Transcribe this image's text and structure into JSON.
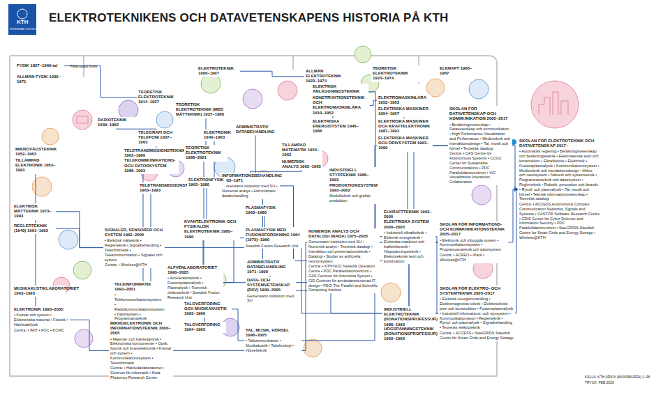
{
  "diagram": {
    "title": "ELEKTROTEKNIKENS OCH DATAVETENSKAPENS HISTORIA PÅ KTH",
    "nodes": [
      {
        "text": [
          "FYSIK 1827–1960-tal"
        ]
      },
      {
        "text": [
          "ALLMÄN FYSIK 1930–1971"
        ]
      },
      {
        "text": [
          "RADIOTEKNIK 1939–1962"
        ]
      },
      {
        "text": [
          "TEORETISK ELEKTROTEKNIK 1914–1937"
        ]
      },
      {
        "text": [
          "TELEGRAFI OCH TELEFONI 1937–1963"
        ]
      },
      {
        "text": [
          "ELEKTROTEKNIK 1900–1907"
        ]
      },
      {
        "text": [
          "TEORETISK ELEKTROTEKNIK (MED MÄTTEKNIK) 1937–1986"
        ]
      },
      {
        "text": [
          "ELEKTRONIK 1940–1963"
        ]
      },
      {
        "text": [
          "ADMINISTRATIV DATABEHANDLING"
        ]
      },
      {
        "text": [
          "TILLÄMPAD MATEMATIK 1954–1962"
        ]
      },
      {
        "text": [
          "NUMERISK ANALYS 1962–1965"
        ]
      },
      {
        "text": [
          "INFORMATIONSBEHANDLING 1963–1971",
          "Gemensamt institution med SU • Numerisk analys • Administrativ databehandling"
        ]
      },
      {
        "text": [
          "ALLMÄN ELEKTROTEKNIK 1923–1974"
        ]
      },
      {
        "text": [
          "ELEKTRISK ANLÄGGNINGSTEKNIK 1965–1993"
        ]
      },
      {
        "text": [
          "KONSTRUKTIONSTEKNIK OCH ELEKTROMASKINLÄRA 1910–1952"
        ]
      },
      {
        "text": [
          "ELEKTRISKA ENERGISYSTEM 1946–1966"
        ]
      },
      {
        "text": [
          "TEORETISK ELEKTROTEKNIK 1923–1974"
        ]
      },
      {
        "text": [
          "ELEKTROMASKINLÄRA 1952–1963"
        ]
      },
      {
        "text": [
          "ELEKTRISKA MASKINER 1954–1967"
        ]
      },
      {
        "text": [
          "ELEKTRISKA MASKINER OCH KRAFTELEKTRONIK 1987–1993"
        ]
      },
      {
        "text": [
          "ELEKTRISKA MASKINER OCH DRIVSYSTEM 1993–1999"
        ]
      },
      {
        "text": [
          "ELKRAFT 1966–1967"
        ]
      },
      {
        "text": [
          "INDUSTRIELL STYRTEKNIK 1986–1993"
        ]
      },
      {
        "text": [
          "PRODUKTIONSSYSTEM 1993–2002",
          "Modellteknik och grafisk produktion"
        ]
      },
      {
        "text": [
          "SKOLAN FÖR DATAVETENSKAP OCH KOMMUNIKATION 2005–2017",
          "• Beräkningsvetenskap • Datavetenskap och kommunikation • High Performance Visualization and Performance • Medieteknik och interaktionsdesign • Tal, musik och hörsel • Teoretisk datalogi",
          "Centra: • CAS Centre for Autonomous Systems • CCGC Center for Sustainable Communications • PDC Parallelldatorcentrum • VIC Visualization Interaction Collaboration"
        ]
      },
      {
        "text": [
          "SKOLAN FÖR ELEKTROTEKNIK OCH DATAVETENSKAP 2017–",
          "• Automatisk reglering • Beräkningsvetenskap och beräkningsteknik • Elektroteknisk teori och konstruktion • Elkraftteknik • Elektronik • Fusionsplasmafysik • Kommunikationssystem • Medieteknik och interaktionsdesign • Mikro- och nanosystem • Nätverk och systemteknik • Programvaruteknik och datorsystem • Reglerteknik • Robotik, perception och lärande • Rymd- och plasmafysik • Tal, musik och hörsel • Teknisk informationsvetenskap • Teoretisk datalogi",
          "Centra: • ACCESS Autonomous Complex Communication Networks, Signals and Systems • CASTOR Software Research Centre • CDIS Center for Cyber Defense and Information Security • PDC Parallelldatorcentrum • SweGRIDS Swedish Centre for Smart Grids and Energy Storage • Wireless@KTH"
        ]
      },
      {
        "text": [
          "MIKROVÅGSTEKNIK 1952–1963"
        ]
      },
      {
        "text": [
          "TILLÄMPAD ELEKTRONIK 1963–1993"
        ]
      },
      {
        "text": [
          "ELEKTRISK MÄTTEKNIK 1973–1993"
        ]
      },
      {
        "text": [
          "TELETRANSMISSIONSTEKNIK 1963–1986",
          "TELEKOMMUNIKATIONS- OCH DATORSYSTEM 1986–1993"
        ]
      },
      {
        "text": [
          "TELETRANSMISSIONSTEORI 1963–1993"
        ]
      },
      {
        "text": [
          "TEORETISK ELEKTROTEKNIK 1986–2001"
        ]
      },
      {
        "text": [
          "ELEKTRONFYSIK 1963–1980"
        ]
      },
      {
        "text": [
          "PLASMAFYSIK 1963–1980"
        ]
      },
      {
        "text": [
          "KVANTELEKTRONIK OCH FYSIKALISK ELEKTROTEKNIK 1980–1990"
        ]
      },
      {
        "text": [
          "PLASMAFYSIK MED FUSIONSFORSKNING 1964 (1975)–1990",
          "Swedish Fusion Research Unit"
        ]
      },
      {
        "text": [
          "REGLERTEKNIK (1940) 1961–1992"
        ]
      },
      {
        "text": [
          "SIGNALER, SENSORER OCH SYSTEM 1992–2005",
          "• Elektrisk mätteknik • Reglerteknik • Signalbehandling • Teleinformatik • Telekommunikation • Signaler och system",
          "Centra: • Wireless@KTH"
        ]
      },
      {
        "text": [
          "ALFVÉNLABORATORIET 1990–2005",
          "• Acceleratorteknik • Fusionsplasmafysik • Plasmafysik • Teoretisk elektroteknik • Swedish Fusion Research Unit"
        ]
      },
      {
        "text": [
          "TELEINFORMATIK 1993–2001",
          "• Telekommunikationssystem • Radiokommunikationssystem • Datorsystem • Programvaruteknik"
        ]
      },
      {
        "text": [
          "MUSIKAKUSTIKLABORATORIET 1963–1993"
        ]
      },
      {
        "text": [
          "ELEKTRONIK 1993–2005",
          "• Kretsar och system • Elektroniska material • Fotonik • Halvledarfysik",
          "Centra: • IMIT • FOC • KCMC"
        ]
      },
      {
        "text": [
          "MIKROELEKTRONIK OCH INFORMATIONSTEKNIK 2000–2005",
          "• Material- och halvledarfysik • Elektroniska komponenter • Optik, fotonik och kvantelektronik • Kretsar och system • Kommunikationssystem • Teleinformatik",
          "Centra: • Halvledarlaboratoriet • Centrum för informatik • Kista Photonics Research Center"
        ]
      },
      {
        "text": [
          "TALÖVERFÖRING OCH MUSIKAKUSTIK 1993–1996"
        ]
      },
      {
        "text": [
          "TALÖVERFÖRING 1964–1993"
        ]
      },
      {
        "text": [
          "TAL, MUSIK, HÖRSEL 1996–2005",
          "• Talkommunikation • Musikakustik • Talteknologi • Hörselteknik"
        ]
      },
      {
        "text": [
          "NUMERISK ANALYS OCH DATALOGI (NADA) 1975–2005",
          "Gemensamt institution med SU • Numerisk analys • Teoretisk datalogi • Interaktion och presentationsteknik • Datalogi • Studier av artificiella neuronsystem",
          "Centra: • KTH-NOC Network Operation Centre • PDC Parallelldatorcentrum • CAS Centrum för Autonoma System • CID Centrum för användarorienterad IT-design • PSCI The Parallel and Scientific Computing Institute"
        ]
      },
      {
        "text": [
          "ADMINISTRATIV DATABEHANDLING 1971–1990"
        ]
      },
      {
        "text": [
          "DATA- OCH SYSTEMVETENSKAP (DSV) 1990–2005",
          "Gemensamt institution med SU"
        ]
      },
      {
        "text": [
          "ELKRAFTTEKNIK 1993–2005",
          "ELEKTRISKA SYSTEM 2000–2005",
          "• Industriell elkraftteknik • Elektrisk energiteknik • Elektriska maskiner och kraftelektronik • Högspänningsteknik • Elektroteknisk teori och konstruktion"
        ]
      },
      {
        "text": [
          "INDUSTRIELL ELEKTROTEKNIK (DONATIONSPROFESSUR) 1986–1993"
        ]
      },
      {
        "text": [
          "HÖGSPÄNNINGSTEKNIK (DONATIONSPROFESSUR) 1960–1993"
        ]
      },
      {
        "text": [
          "SKOLAN FÖR INFORMATIONS- OCH KOMMUNIKATIONSTEKNIK 2005–2017",
          "• Elektronik och inbyggda system • Kommunikationssystem • Programvaruteknik och datorsystem",
          "Centra: • ACREO • iPack • Wireless@KTH"
        ]
      },
      {
        "text": [
          "SKOLAN FÖR ELEKTRO- OCH SYSTEMTEKNIK 2005–2017",
          "• Elektrisk energiomvandling • Elektromagnetisk teknik • Elektroteknisk teori och konstruktion • Fusionsplasmafysik • Industriell informations- och styrsystem • Kommunikationsteori • Reglerteknik • Rymd- och plasmafysik • Signalbehandling • Teoretisk elektroteknik",
          "Centra: • ACCESS • SweGRIDS Swedish Centre for Smart Grids and Energy Storage"
        ]
      }
    ],
    "edges": [
      {
        "from": 0,
        "to": 3,
        "arrow": "none"
      },
      {
        "from": 3,
        "to": 6,
        "arrow": "none"
      },
      {
        "from": 5,
        "to": 12,
        "arrow": "none"
      },
      {
        "from": 6,
        "to": 31,
        "arrow": "none"
      },
      {
        "from": 31,
        "to": 38,
        "arrow": "none"
      },
      {
        "from": 2,
        "to": 4,
        "arrow": "none"
      },
      {
        "from": 4,
        "to": 29,
        "arrow": "none"
      },
      {
        "from": 29,
        "to": 39,
        "arrow": "none"
      },
      {
        "from": 30,
        "to": 39,
        "arrow": "none"
      },
      {
        "from": 7,
        "to": 32,
        "arrow": "none"
      },
      {
        "from": 32,
        "to": 34,
        "arrow": "none"
      },
      {
        "from": 33,
        "to": 35,
        "arrow": "none"
      },
      {
        "from": 35,
        "to": 38,
        "arrow": "none"
      },
      {
        "from": 34,
        "to": 38,
        "arrow": "none"
      },
      {
        "from": 26,
        "to": 27,
        "arrow": "none"
      },
      {
        "from": 27,
        "to": 41,
        "arrow": "none"
      },
      {
        "from": 28,
        "to": 37,
        "arrow": "none"
      },
      {
        "from": 36,
        "to": 37,
        "arrow": "none"
      },
      {
        "from": 37,
        "to": 53,
        "arrow": "none"
      },
      {
        "from": 9,
        "to": 10,
        "arrow": "none"
      },
      {
        "from": 10,
        "to": 11,
        "arrow": "none"
      },
      {
        "from": 8,
        "to": 11,
        "arrow": "none"
      },
      {
        "from": 11,
        "to": 46,
        "arrow": "none"
      },
      {
        "from": 11,
        "to": 47,
        "arrow": "none"
      },
      {
        "from": 47,
        "to": 48,
        "arrow": "none"
      },
      {
        "from": 46,
        "to": 24,
        "arrow": "none"
      },
      {
        "from": 48,
        "to": 52,
        "arrow": "none"
      },
      {
        "from": 12,
        "to": 13,
        "arrow": "none"
      },
      {
        "from": 12,
        "to": 15,
        "arrow": "none"
      },
      {
        "from": 14,
        "to": 17,
        "arrow": "none"
      },
      {
        "from": 17,
        "to": 18,
        "arrow": "none"
      },
      {
        "from": 18,
        "to": 19,
        "arrow": "none"
      },
      {
        "from": 19,
        "to": 20,
        "arrow": "none"
      },
      {
        "from": 20,
        "to": 49,
        "arrow": "none"
      },
      {
        "from": 13,
        "to": 49,
        "arrow": "none"
      },
      {
        "from": 49,
        "to": 53,
        "arrow": "none"
      },
      {
        "from": 22,
        "to": 23,
        "arrow": "none"
      },
      {
        "from": 38,
        "to": 53,
        "arrow": "none"
      },
      {
        "from": 39,
        "to": 42,
        "arrow": "none"
      },
      {
        "from": 41,
        "to": 42,
        "arrow": "none"
      },
      {
        "from": 42,
        "to": 52,
        "arrow": "none"
      },
      {
        "from": 44,
        "to": 43,
        "arrow": "none"
      },
      {
        "from": 43,
        "to": 45,
        "arrow": "none"
      },
      {
        "from": 45,
        "to": 24,
        "arrow": "none"
      },
      {
        "from": 50,
        "to": 49,
        "arrow": "none"
      },
      {
        "from": 51,
        "to": 49,
        "arrow": "none"
      },
      {
        "from": 24,
        "to": 25,
        "arrow": "to"
      },
      {
        "from": 52,
        "to": 25,
        "arrow": "to"
      },
      {
        "from": 53,
        "to": 25,
        "arrow": "to"
      }
    ],
    "labels": [
      "KTH",
      "VETENSKAP OCH KONST",
      "Tillämpad fysik",
      "KÄLLA: KTH ARKIV (MUNSBAREN) 1–96",
      "TRYCK: FEB 2020"
    ]
  }
}
